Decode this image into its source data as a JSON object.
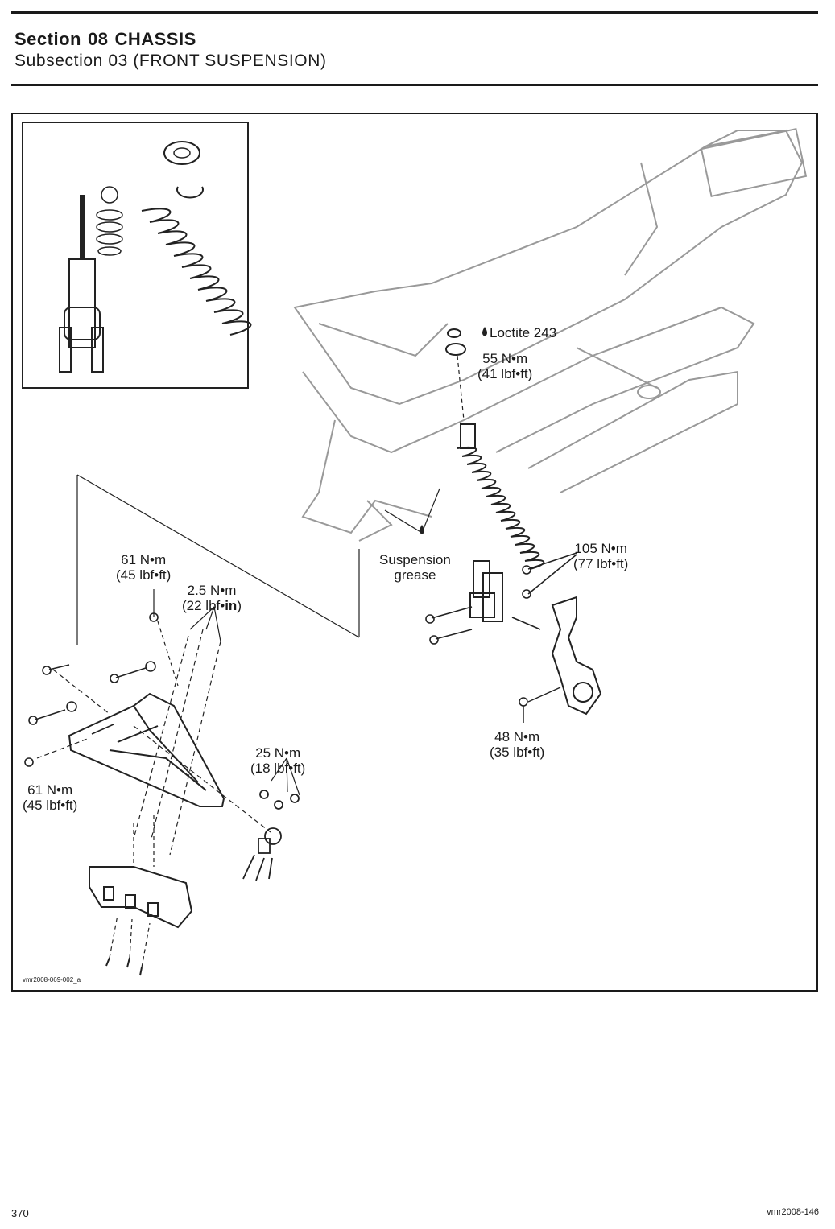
{
  "header": {
    "section_label": "Section",
    "section_number": "08",
    "section_name": "CHASSIS",
    "subsection": "Subsection 03 (FRONT SUSPENSION)"
  },
  "figure": {
    "reference": "vmr2008-069-002_a",
    "callouts": {
      "loctite": "Loctite 243",
      "torque_55_nm": "55 N•m",
      "torque_55_lbf": "(41 lbf•ft)",
      "grease_line1": "Suspension",
      "grease_line2": "grease",
      "torque_105_nm": "105 N•m",
      "torque_105_lbf": "(77 lbf•ft)",
      "torque_61a_nm": "61 N•m",
      "torque_61a_lbf": "(45 lbf•ft)",
      "torque_25_nm": "2.5 N•m",
      "torque_25_lbf_prefix": "(22 lbf•",
      "torque_25_lbf_bold": "in",
      "torque_25_lbf_suffix": ")",
      "torque_48_nm": "48 N•m",
      "torque_48_lbf": "(35 lbf•ft)",
      "torque_25b_nm": "25 N•m",
      "torque_25b_lbf": "(18 lbf•ft)",
      "torque_61b_nm": "61 N•m",
      "torque_61b_lbf": "(45 lbf•ft)"
    }
  },
  "footer": {
    "page_number": "370",
    "doc_code": "vmr2008-146"
  }
}
